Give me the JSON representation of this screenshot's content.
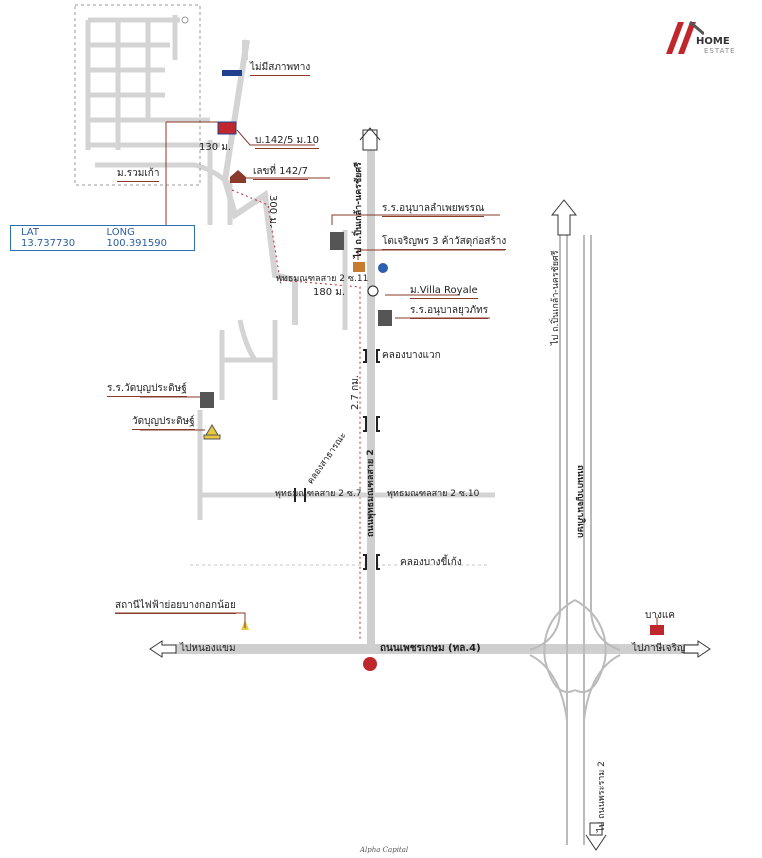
{
  "brand": {
    "logo_text_1": "HOME",
    "logo_text_2": "ESTATE",
    "accent": "#c0272d"
  },
  "coordinates": {
    "lat_label": "LAT",
    "lat": "13.737730",
    "long_label": "LONG",
    "long": "100.391590"
  },
  "labels": {
    "no_road": "ไม่มีสภาพทาง",
    "house_142_5": "บ.142/5 ม.10",
    "dist_130": "130 ม.",
    "house_142_7": "เลขที่ 142/7",
    "village_ruamkao": "ม.รวมเก้า",
    "dist_300": "300 ม.",
    "school_lampoei": "ร.ร.อนุบาลลำเพยพรรณ",
    "shop_tojaroen": "โตเจริญพร 3 ค้าวัสดุก่อสร้าง",
    "soi_11": "พุทธมณฑลสาย 2 ซ.11",
    "dist_180": "180 ม.",
    "villa_royale": "ม.Villa Royale",
    "school_yuwaphat": "ร.ร.อนุบาลยุวภัทร",
    "canal_bangwaek": "คลองบางแวก",
    "dist_2_7": "2.7 กม.",
    "school_wat_boon": "ร.ร.วัดบุญประดิษฐ์",
    "wat_boon": "วัดบุญประดิษฐ์",
    "canal_sathan": "คลองสาธารณะ",
    "road_phutthamonthon2": "ถนนพุทธมณฑลสาย 2",
    "soi_7": "พุทธมณฑลสาย 2 ซ.7",
    "soi_10": "พุทธมณฑลสาย 2 ซ.10",
    "canal_bangkhikeng": "คลองบางขี้เก้ง",
    "substation": "สถานีไฟฟ้าย่อยบางกอกน้อย",
    "to_nongkhaem": "ไปหนองแขม",
    "road_phetkasem": "ถนนเพชรเกษม (ทล.4)",
    "bangkhae": "บางแค",
    "to_phasicharoen": "ไปภาษีเจริญ",
    "to_pinklao_north": "ไป ถ.ปิ่นเกล้า-นครชัยศรี",
    "to_pinklao_right": "ไป ถ.ปิ่นเกล้า-นครชัยศรี",
    "road_kanchanaphisek": "ถนนกาญจนาภิเษก",
    "to_rama2": "ไป ถนนพระราม 2"
  },
  "footer": "Alpha Capital",
  "colors": {
    "road": "#cfcfcf",
    "route": "#c0272d",
    "pointer": "#8a3a2a",
    "coord_box": "#2a6fb3"
  }
}
